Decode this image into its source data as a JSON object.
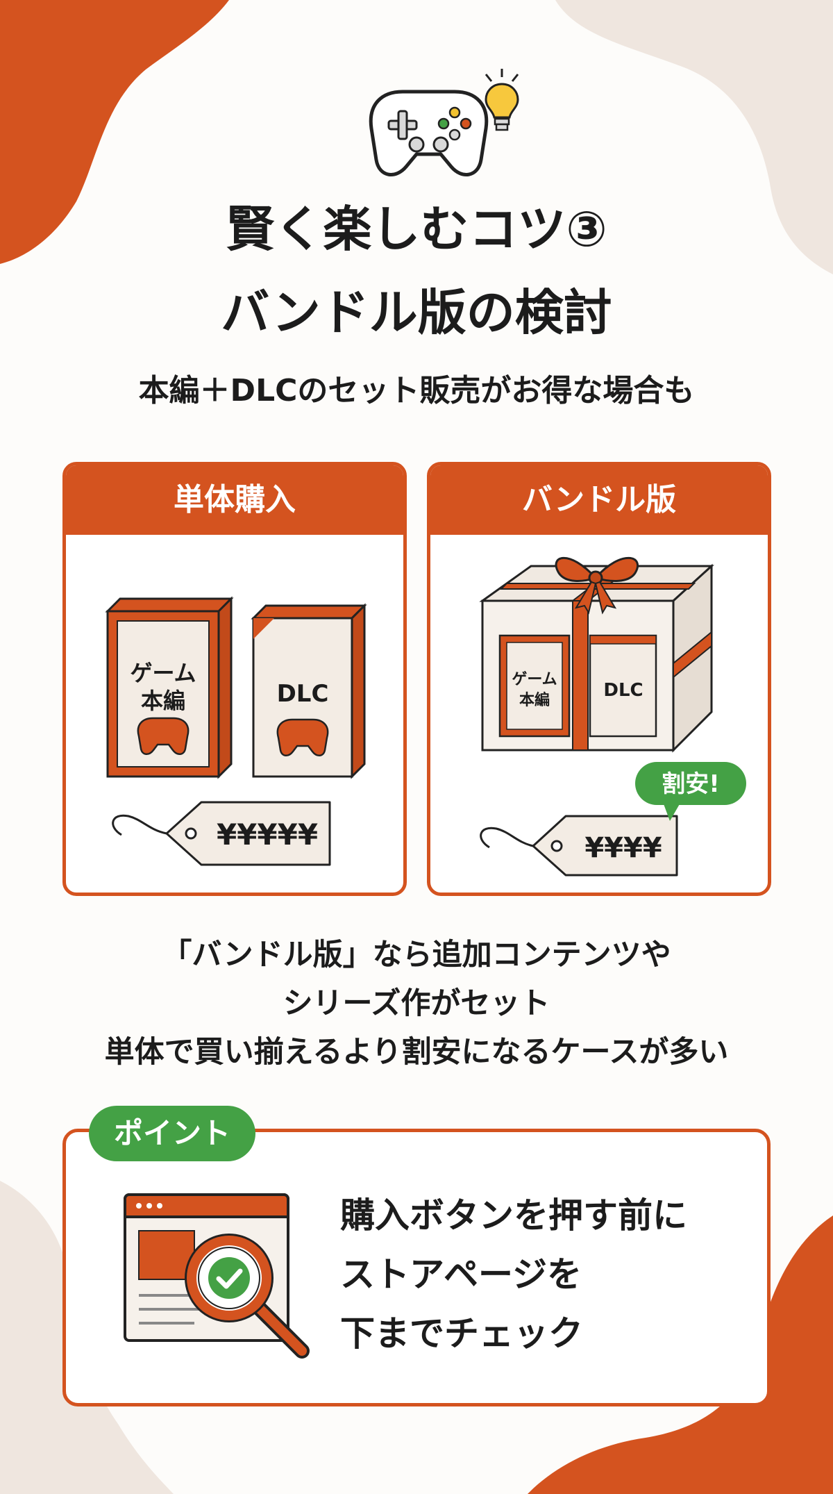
{
  "colors": {
    "accent": "#d4531f",
    "green": "#44a145",
    "beige": "#efe6df"
  },
  "icons": [
    "gamepad-icon",
    "lightbulb-icon",
    "game-box-icon",
    "dlc-box-icon",
    "price-tag-icon",
    "gift-box-icon",
    "speech-bubble-icon",
    "browser-window-icon",
    "magnifier-check-icon"
  ],
  "title": {
    "line1": "賢く楽しむコツ③",
    "line2": "バンドル版の検討"
  },
  "subtitle": "本編＋DLCのセット販売がお得な場合も",
  "single": {
    "header": "単体購入",
    "game_box_line1": "ゲーム",
    "game_box_line2": "本編",
    "dlc_box": "DLC",
    "price": "¥¥¥¥¥"
  },
  "bundle": {
    "header": "バンドル版",
    "game_box_line1": "ゲーム",
    "game_box_line2": "本編",
    "dlc_box": "DLC",
    "price": "¥¥¥¥",
    "badge": "割安!"
  },
  "description": {
    "line1": "「バンドル版」なら追加コンテンツや",
    "line2": "シリーズ作がセット",
    "line3": "単体で買い揃えるより割安になるケースが多い"
  },
  "point": {
    "badge": "ポイント",
    "line1": "購入ボタンを押す前に",
    "line2": "ストアページを",
    "line3": "下までチェック"
  }
}
